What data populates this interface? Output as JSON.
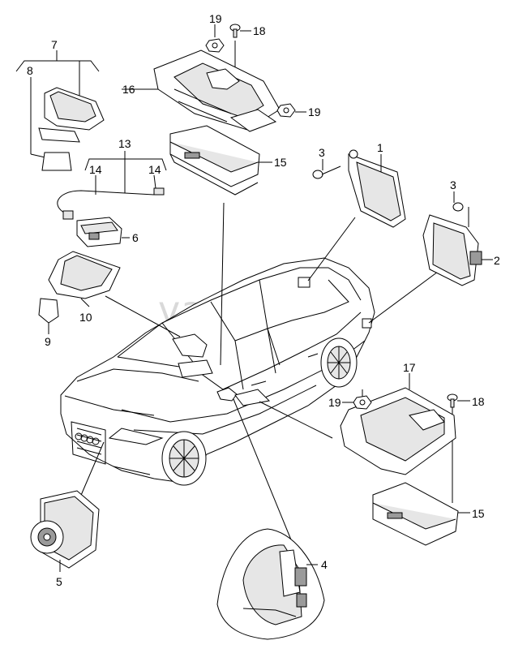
{
  "watermark": "vagtec.ru",
  "callouts": {
    "c1": "1",
    "c2": "2",
    "c3a": "3",
    "c3b": "3",
    "c4": "4",
    "c5": "5",
    "c6": "6",
    "c7": "7",
    "c8": "8",
    "c9": "9",
    "c10": "10",
    "c13": "13",
    "c14a": "14",
    "c14b": "14",
    "c15a": "15",
    "c15b": "15",
    "c16": "16",
    "c17": "17",
    "c18a": "18",
    "c18b": "18",
    "c19a": "19",
    "c19b": "19",
    "c19c": "19"
  }
}
